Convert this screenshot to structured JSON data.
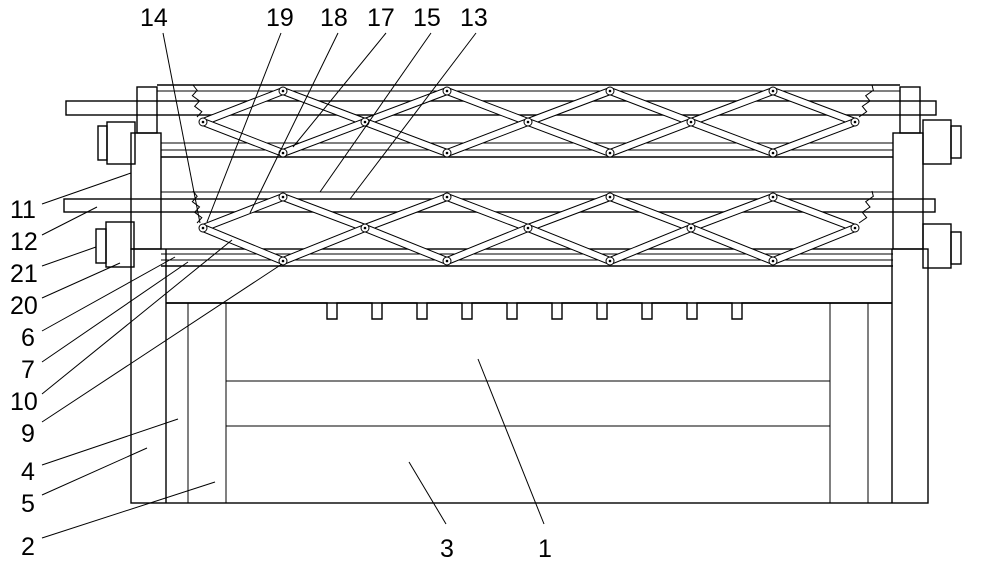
{
  "labels": {
    "n1": "1",
    "n2": "2",
    "n3": "3",
    "n4": "4",
    "n5": "5",
    "n6": "6",
    "n7": "7",
    "n9": "9",
    "n10": "10",
    "n11": "11",
    "n12": "12",
    "n13": "13",
    "n14": "14",
    "n15": "15",
    "n17": "17",
    "n18": "18",
    "n19": "19",
    "n20": "20",
    "n21": "21"
  }
}
